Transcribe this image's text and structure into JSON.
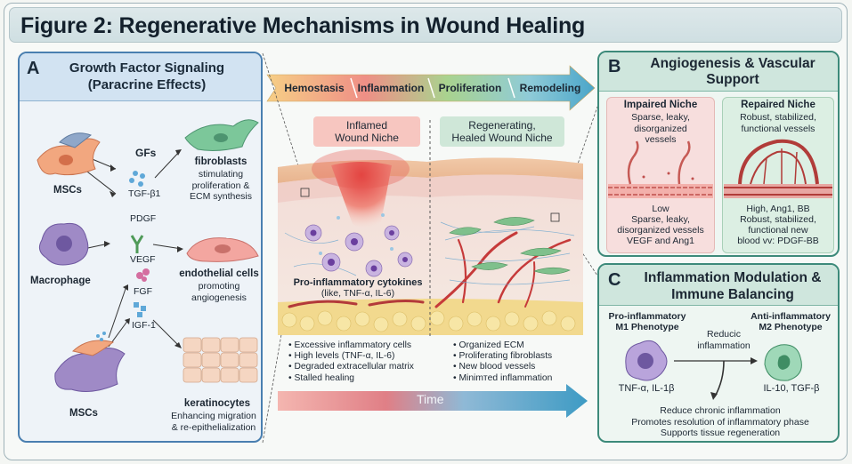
{
  "title": "Figure 2: Regenerative Mechanisms in Wound Healing",
  "phases": [
    "Hemostasis",
    "Inflammation",
    "Proliferation",
    "Remodeling"
  ],
  "center": {
    "inflamed_label": "Inflamed\nWound Niche",
    "regenerating_label": "Regenerating,\nHealed Wound Niche",
    "cytokines_title": "Pro-inflammatory cytokines",
    "cytokines_sub": "(like, TNF-α, IL-6)",
    "left_bullets": [
      "Excessive inflammatory cells",
      "High levels (TNF-α, IL-6)",
      "Degraded extracellular matrix",
      "Stalled healing"
    ],
    "right_bullets": [
      "Organized ECM",
      "Proliferating fibroblasts",
      "New blood vessels",
      "Minimтed inflammation"
    ],
    "time_label": "Time"
  },
  "panel_a": {
    "letter": "A",
    "title_line1": "Growth Factor Signaling",
    "title_line2": "(Paracrine Effects)",
    "mscs_top": "MSCs",
    "macrophage": "Macrophage",
    "mscs_bottom": "MSCs",
    "gfs": "GFs",
    "tgf": "TGF-β1",
    "pdgf": "PDGF",
    "vegf": "VEGF",
    "fgf": "FGF",
    "igf": "IGF-1",
    "fibroblasts_title": "fibroblasts",
    "fibroblasts_desc": "stimulating\nproliferation &\nECM synthesis",
    "endothelial_title": "endothelial cells",
    "endothelial_desc": "promoting\nangiogenesis",
    "keratinocytes_title": "keratinocytes",
    "keratinocytes_desc": "Enhancing migration\n& re-epithelialization"
  },
  "panel_b": {
    "letter": "B",
    "title": "Angiogenesis & Vascular\nSupport",
    "impaired_title": "Impaired Niche",
    "impaired_desc": "Sparse, leaky,\ndisorganized\nvessels",
    "impaired_bottom": "Low\nSparse, leaky,\ndisorganized vessels\nVEGF and Ang1",
    "repaired_title": "Repaired Niche",
    "repaired_desc": "Robust, stabilized,\nfunctional vessels",
    "repaired_bottom": "High, Ang1, BB\nRobust, stabilized,\nfunctional new\nblood vv: PDGF-BB"
  },
  "panel_c": {
    "letter": "C",
    "title": "Inflammation Modulation &\nImmune Balancing",
    "m1_title": "Pro-inflammatory\nM1 Phenotype",
    "m2_title": "Anti-inflammatory\nM2 Phenotype",
    "reduce_label": "Reducic\ninflammation",
    "m1_markers": "TNF-α, IL-1β",
    "m2_markers": "IL-10, TGF-β",
    "outcome": "Reduce chronic inflammation\nPromotes resolution of inflammatory phase\nSupports tissue regeneration"
  },
  "colors": {
    "panel_a_border": "#4a7fb0",
    "panel_bc_border": "#3d8a7a",
    "inflamed": "#e0585a",
    "healed": "#6fae7f",
    "time_arrow": "#3e9bc4"
  }
}
